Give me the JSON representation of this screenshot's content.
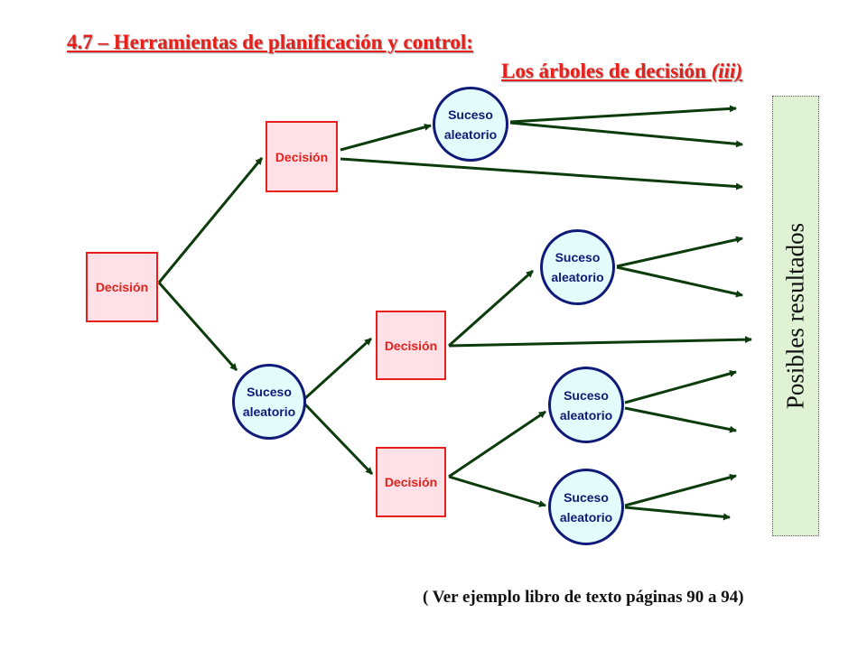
{
  "title": "4.7 – Herramientas de planificación y control:",
  "subtitle": {
    "text": "Los árboles de decisión ",
    "tag": "(iii)"
  },
  "nodes": {
    "decision_label": "Decisión",
    "chance_line1": "Suceso",
    "chance_line2": "aleatorio"
  },
  "outcomes_label": "Posibles resultados",
  "note": "( Ver  ejemplo libro de texto páginas 90 a 94)",
  "colors": {
    "decision_border": "#e8201c",
    "decision_fill": "#fde1e6",
    "chance_border": "#101a78",
    "chance_fill": "#e4fbfb",
    "arrow": "#0c3b0c",
    "outcomes_fill": "#dff3d4"
  }
}
